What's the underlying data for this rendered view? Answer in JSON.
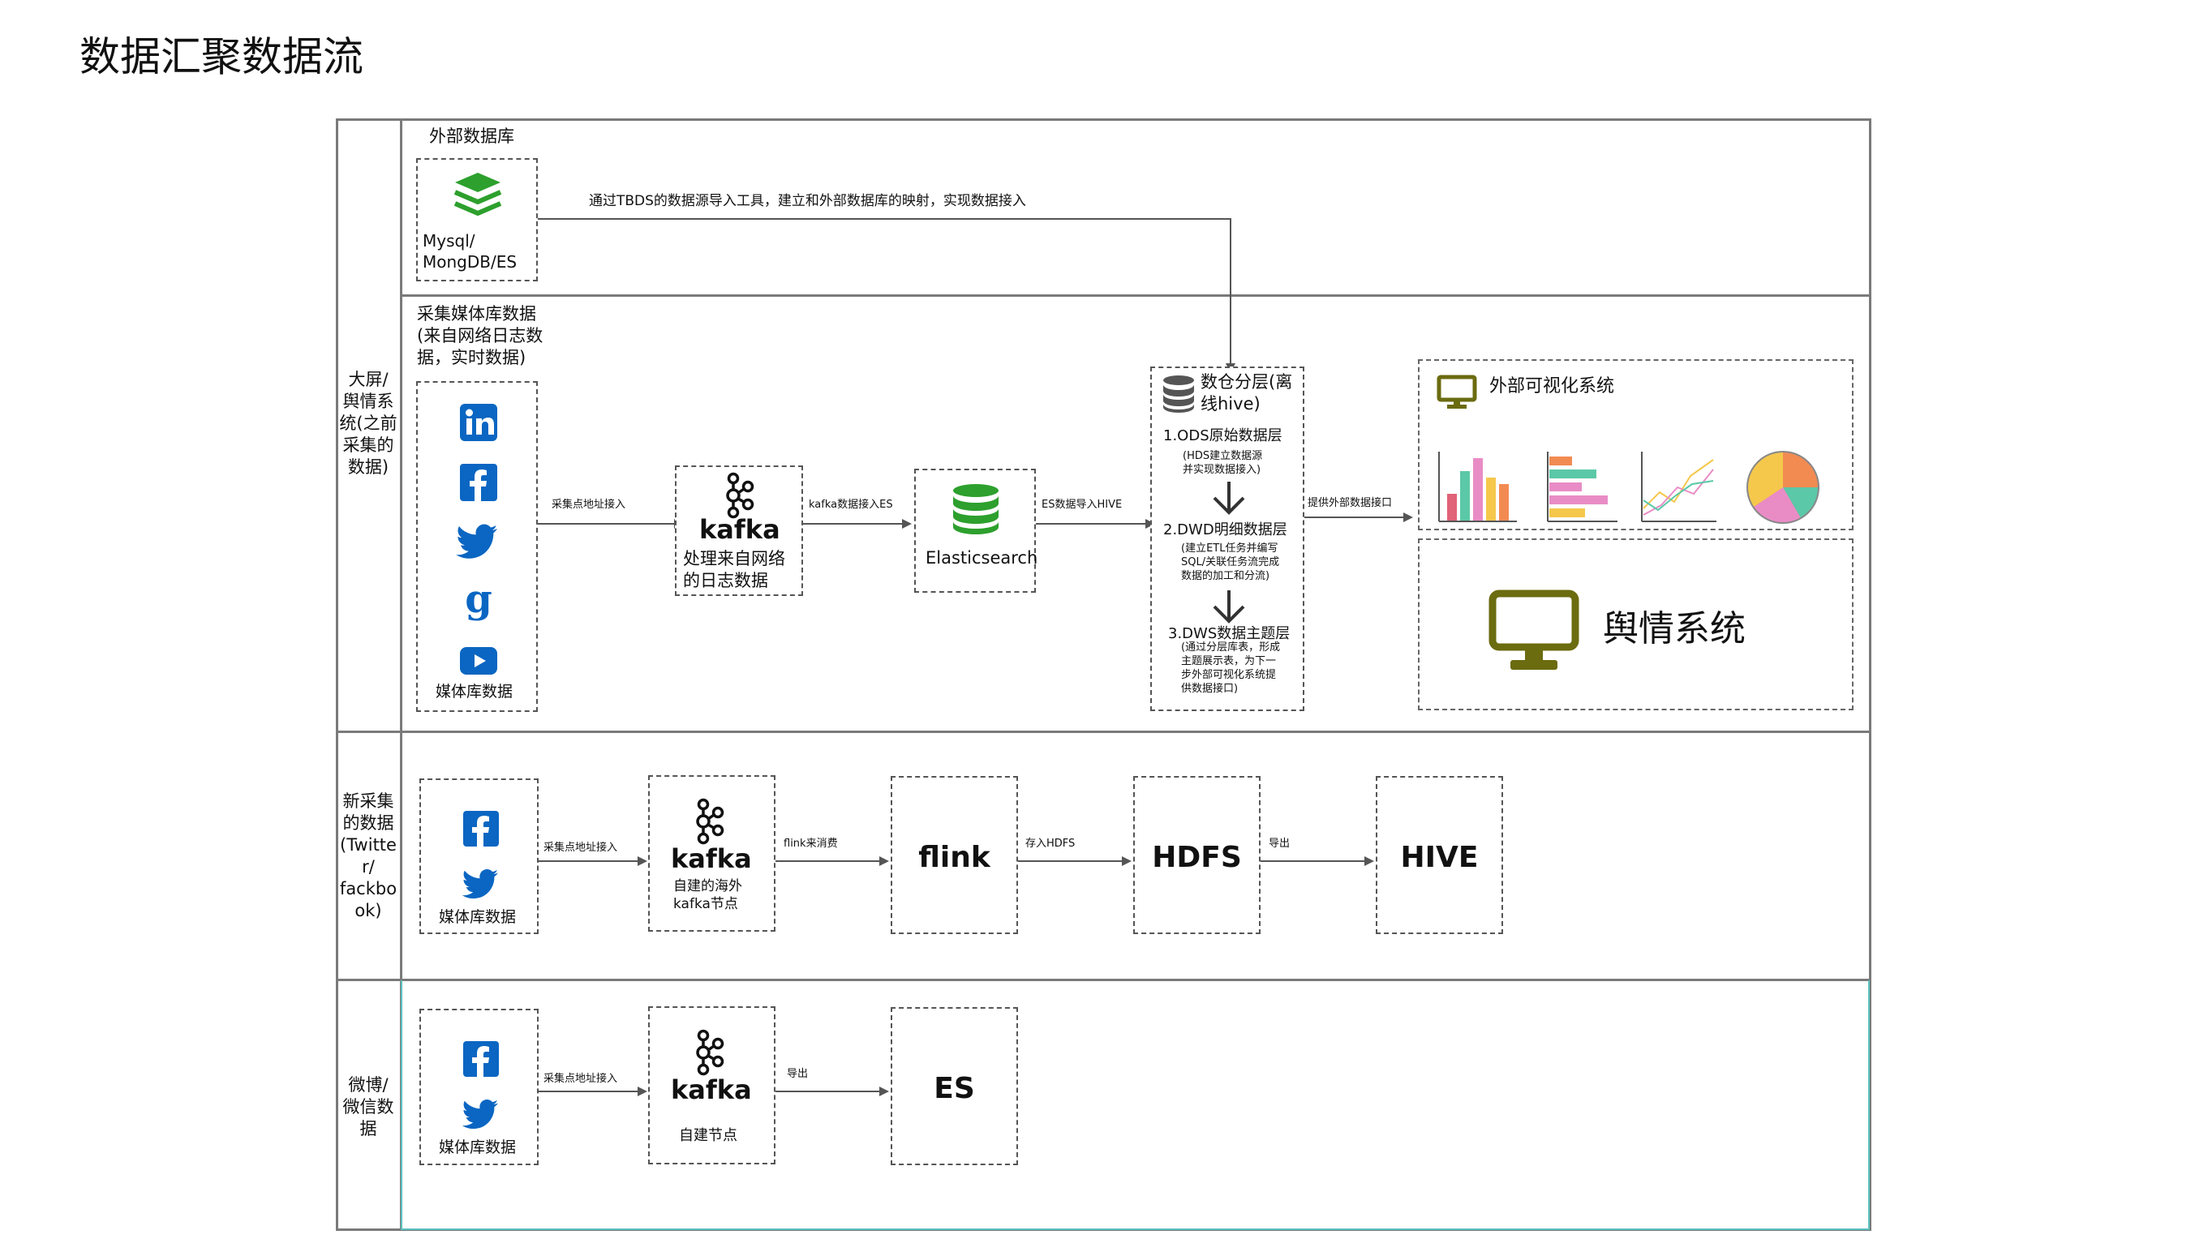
{
  "page_title": "数据汇聚数据流",
  "rows": {
    "row1_label": "大屏/舆情系统(之前采集的数据)",
    "row1_label_lines": [
      "大屏/",
      "舆情系",
      "统(之前",
      "采集的",
      "数据)"
    ],
    "row2_label_lines": [
      "新采集",
      "的数据",
      "(Twitte",
      "r/",
      "fackbo",
      "ok)"
    ],
    "row3_label_lines": [
      "微博/",
      "微信数",
      "据"
    ]
  },
  "external_db": {
    "header": "外部数据库",
    "box_label_lines": [
      "Mysql/",
      "MongDB/ES"
    ],
    "arrow_label": "通过TBDS的数据源导入工具，建立和外部数据库的映射，实现数据接入"
  },
  "media_collection": {
    "header_lines": [
      "采集媒体库数据",
      "(来自网络日志数",
      "据，实时数据)"
    ],
    "box_label": "媒体库数据",
    "arrow_label": "采集点地址接入"
  },
  "kafka_main": {
    "word": "kafka",
    "label_lines": [
      "处理来自网络",
      "的日志数据"
    ],
    "arrow_label": "kafka数据接入ES"
  },
  "elasticsearch": {
    "label": "Elasticsearch",
    "arrow_label": "ES数据导入HIVE"
  },
  "warehouse": {
    "title_lines": [
      "数仓分层(离",
      "线hive)"
    ],
    "ods_title": "1.ODS原始数据层",
    "ods_desc_lines": [
      "(HDS建立数据源",
      "并实现数据接入)"
    ],
    "dwd_title": "2.DWD明细数据层",
    "dwd_desc_lines": [
      "(建立ETL任务并编写",
      "SQL/关联任务流完成",
      "数据的加工和分流)"
    ],
    "dws_title": "3.DWS数据主题层",
    "dws_desc_lines": [
      "(通过分层库表，形成",
      "主题展示表，为下一",
      "步外部可视化系统提",
      "供数据接口)"
    ],
    "arrow_label": "提供外部数据接口"
  },
  "visualization": {
    "title": "外部可视化系统",
    "public_opinion": "舆情系统"
  },
  "new_collection": {
    "box_label": "媒体库数据",
    "arrow1_label": "采集点地址接入",
    "kafka_word": "kafka",
    "kafka_label_lines": [
      "自建的海外",
      "kafka节点"
    ],
    "arrow2_label": "flink来消费",
    "flink": "flink",
    "arrow3_label": "存入HDFS",
    "hdfs": "HDFS",
    "arrow4_label": "导出",
    "hive": "HIVE"
  },
  "weibo_collection": {
    "box_label": "媒体库数据",
    "arrow1_label": "采集点地址接入",
    "kafka_word": "kafka",
    "kafka_label": "自建节点",
    "arrow2_label": "导出",
    "es": "ES"
  },
  "icons": {
    "linkedin": "linkedin-icon",
    "facebook": "facebook-icon",
    "twitter": "twitter-icon",
    "google": "google-icon",
    "youtube": "youtube-icon",
    "kafka": "kafka-icon",
    "database": "database-icon",
    "layers": "layers-icon",
    "monitor": "monitor-icon"
  },
  "colors": {
    "social_blue": "#0A66C2",
    "db_green": "#2DA02D",
    "monitor_olive": "#6B6B10",
    "teal_border": "#5BC0BE"
  }
}
